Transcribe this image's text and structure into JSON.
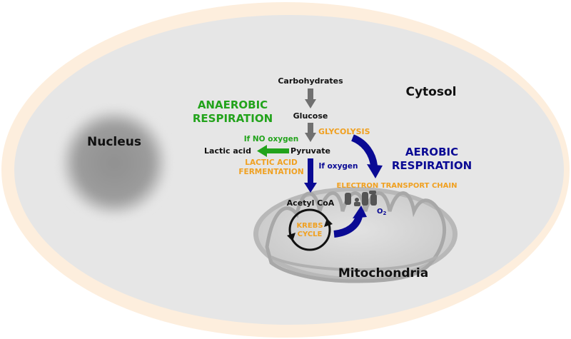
{
  "labels": {
    "cytosol": "Cytosol",
    "nucleus": "Nucleus",
    "mitochondria": "Mitochondria",
    "carbohydrates": "Carbohydrates",
    "glucose": "Glucose",
    "glycolysis": "GLYCOLYSIS",
    "pyruvate": "Pyruvate",
    "lactic_acid": "Lactic acid",
    "if_no_oxygen": "If NO oxygen",
    "if_oxygen": "If oxygen",
    "anaerobic_line1": "ANAEROBIC",
    "anaerobic_line2": "RESPIRATION",
    "aerobic_line1": "AEROBIC",
    "aerobic_line2": "RESPIRATION",
    "lactic_fermentation_line1": "LACTIC ACID",
    "lactic_fermentation_line2": "FERMENTATION",
    "acetyl_coa": "Acetyl CoA",
    "krebs_line1": "KREBS",
    "krebs_line2": "CYCLE",
    "etc": "ELECTRON TRANSPORT CHAIN",
    "o2": "O",
    "o2_sub": "2"
  },
  "colors": {
    "membrane": "#fdeedd",
    "cytosol": "#e6e6e6",
    "nucleus": "#9a9a9a",
    "anaerobic_green": "#22a31b",
    "aerobic_blue": "#0a0a94",
    "process_orange": "#f0a020",
    "step_gray": "#707070"
  }
}
